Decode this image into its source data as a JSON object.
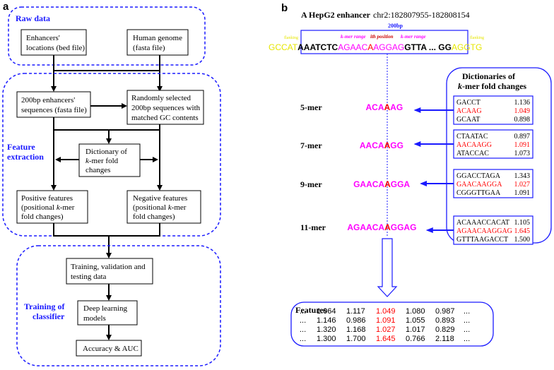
{
  "panel_a": {
    "label": "a",
    "raw_data": {
      "title": "Raw data",
      "box1": [
        "Enhancers'",
        "locations (bed file)"
      ],
      "box2": [
        "Human genome",
        "(fasta file)"
      ]
    },
    "feature_extraction": {
      "title": [
        "Feature",
        "extraction"
      ],
      "seq_box": [
        "200bp enhancers'",
        "sequences (fasta file)"
      ],
      "random_box": [
        "Randomly selected",
        "200bp sequences with",
        "matched GC contents"
      ],
      "dict_box": [
        "Dictionary of",
        "k-mer fold",
        "changes"
      ],
      "pos_box": [
        "Positive features",
        "(positional k-mer",
        "fold changes)"
      ],
      "neg_box": [
        "Negative features",
        "(positional k-mer",
        "fold changes)"
      ]
    },
    "training": {
      "title": [
        "Training of",
        "classifier"
      ],
      "box1": [
        "Training, validation and",
        "testing data"
      ],
      "box2": [
        "Deep learning",
        "models"
      ],
      "box3": "Accuracy & AUC"
    }
  },
  "panel_b": {
    "label": "b",
    "title_bold": "A HepG2 enhancer",
    "title_coord": "chr2:182807955-182808154",
    "bp_label": "200bp",
    "flanking_left": "flanking",
    "flanking_right": "flanking",
    "kmer_range_left": "k-mer range",
    "ith_position": "ith position",
    "kmer_range_right": "k-mer range",
    "seq_flank_left": "GCCAT",
    "seq_black1": "AAATCTC",
    "seq_magenta1": "AGAAC",
    "seq_red": "A",
    "seq_magenta2": "AGGAG",
    "seq_black2": "GTTA ... GG",
    "seq_flank_right": "AGGTG",
    "dict_title": [
      "Dictionaries of",
      "k-mer fold changes"
    ],
    "kmers": [
      {
        "label": "5-mer",
        "seq_pre": "ACA",
        "seq_mid": "A",
        "seq_post": "AG",
        "rows": [
          [
            "GACCT",
            "1.136",
            false
          ],
          [
            "ACAAG",
            "1.049",
            true
          ],
          [
            "GCAAT",
            "0.898",
            false
          ]
        ]
      },
      {
        "label": "7-mer",
        "seq_pre": "AACA",
        "seq_mid": "A",
        "seq_post": "GG",
        "rows": [
          [
            "CTAATAC",
            "0.897",
            false
          ],
          [
            "AACAAGG",
            "1.091",
            true
          ],
          [
            "ATACCAC",
            "1.073",
            false
          ]
        ]
      },
      {
        "label": "9-mer",
        "seq_pre": "GAACA",
        "seq_mid": "A",
        "seq_post": "GGA",
        "rows": [
          [
            "GGACCTAGA",
            "1.343",
            false
          ],
          [
            "GAACAAGGA",
            "1.027",
            true
          ],
          [
            "CGGGTTGAA",
            "1.091",
            false
          ]
        ]
      },
      {
        "label": "11-mer",
        "seq_pre": "AGAACA",
        "seq_mid": "A",
        "seq_post": "GGAG",
        "rows": [
          [
            "ACAAACCACAT",
            "1.105",
            false
          ],
          [
            "AGAACAAGGAG",
            "1.645",
            true
          ],
          [
            "GTTTAAGACCT",
            "1.500",
            false
          ]
        ]
      }
    ],
    "features_title": "Features",
    "features": [
      [
        "...",
        "1.064",
        "1.117",
        "1.049",
        "1.080",
        "0.987",
        "..."
      ],
      [
        "...",
        "1.146",
        "0.986",
        "1.091",
        "1.055",
        "0.893",
        "..."
      ],
      [
        "...",
        "1.320",
        "1.168",
        "1.027",
        "1.017",
        "0.829",
        "..."
      ],
      [
        "...",
        "1.300",
        "1.700",
        "1.645",
        "0.766",
        "2.118",
        "..."
      ]
    ]
  },
  "colors": {
    "blue": "#1a1aff",
    "magenta": "#ff00ff",
    "red": "#ff0000",
    "yellow": "#e6e600"
  }
}
